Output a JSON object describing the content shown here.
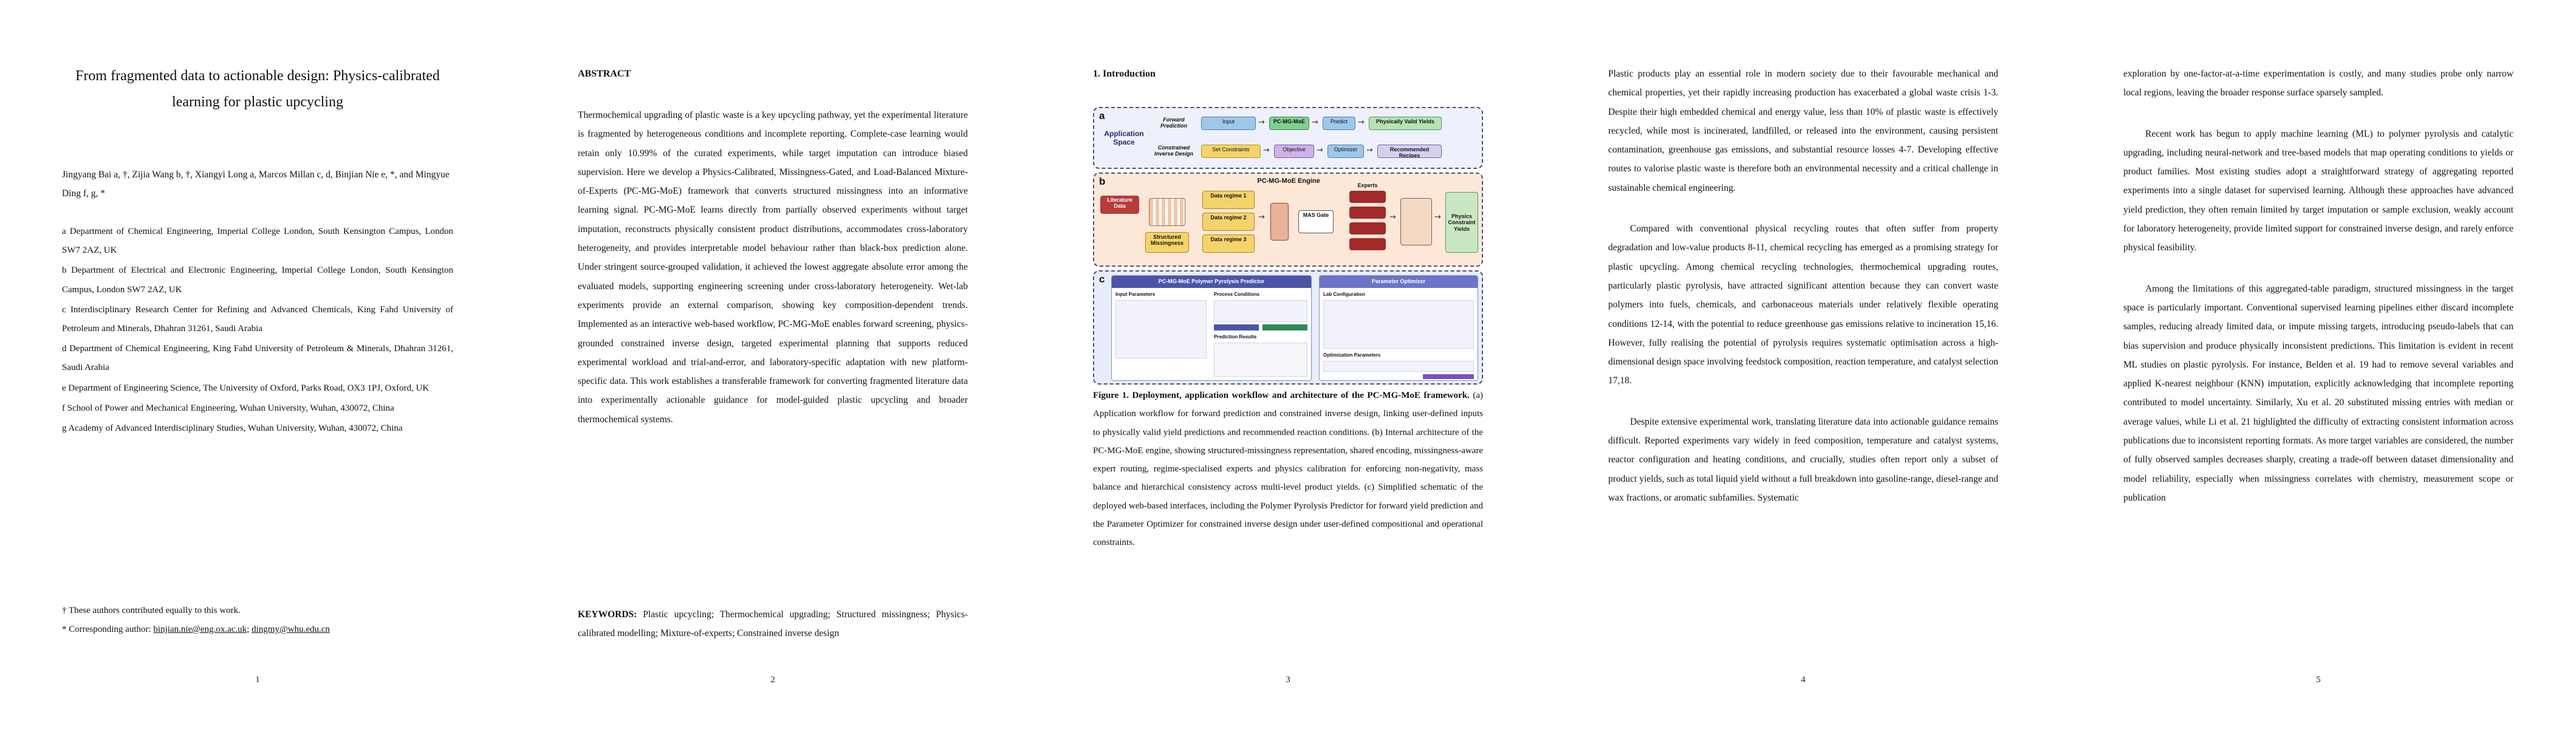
{
  "pages": {
    "p1": {
      "number": "1",
      "title": "From fragmented data to actionable design: Physics-calibrated learning for plastic upcycling",
      "authors": "Jingyang Bai a, †, Zijia Wang b, †, Xiangyi Long a, Marcos Millan c, d, Binjian Nie e, *, and Mingyue Ding f, g, *",
      "affiliations": [
        "a Department of Chemical Engineering, Imperial College London, South Kensington Campus, London SW7 2AZ, UK",
        "b Department of Electrical and Electronic Engineering, Imperial College London, South Kensington Campus, London SW7 2AZ, UK",
        "c Interdisciplinary Research Center for Refining and Advanced Chemicals, King Fahd University of Petroleum and Minerals, Dhahran 31261, Saudi Arabia",
        "d Department of Chemical Engineering, King Fahd University of Petroleum & Minerals, Dhahran 31261, Saudi Arabia",
        "e Department of Engineering Science, The University of Oxford, Parks Road, OX3 1PJ, Oxford, UK",
        "f School of Power and Mechanical Engineering, Wuhan University, Wuhan, 430072, China",
        "g Academy of Advanced Interdisciplinary Studies, Wuhan University, Wuhan, 430072, China"
      ],
      "equal_note": "† These authors contributed equally to this work.",
      "corresponding_label": "* Corresponding author:",
      "email_1": "binjian.nie@eng.ox.ac.uk",
      "email_sep": ";",
      "email_2": "dingmy@whu.edu.cn"
    },
    "p2": {
      "number": "2",
      "heading": "ABSTRACT",
      "abstract": "Thermochemical upgrading of plastic waste is a key upcycling pathway, yet the experimental literature is fragmented by heterogeneous conditions and incomplete reporting. Complete-case learning would retain only 10.99% of the curated experiments, while target imputation can introduce biased supervision. Here we develop a Physics-Calibrated, Missingness-Gated, and Load-Balanced Mixture-of-Experts (PC-MG-MoE) framework that converts structured missingness into an informative learning signal. PC-MG-MoE learns directly from partially observed experiments without target imputation, reconstructs physically consistent product distributions, accommodates cross-laboratory heterogeneity, and provides interpretable model behaviour rather than black-box prediction alone. Under stringent source-grouped validation, it achieved the lowest aggregate absolute error among the evaluated models, supporting engineering screening under cross-laboratory heterogeneity. Wet-lab experiments provide an external comparison, showing key composition-dependent trends. Implemented as an interactive web-based workflow, PC-MG-MoE enables forward screening, physics-grounded constrained inverse design, targeted experimental planning that supports reduced experimental workload and trial-and-error, and laboratory-specific adaptation with new platform-specific data. This work establishes a transferable framework for converting fragmented literature data into experimentally actionable guidance for model-guided plastic upcycling and broader thermochemical systems.",
      "keywords_label": "KEYWORDS:",
      "keywords": "Plastic upcycling; Thermochemical upgrading; Structured missingness; Physics-calibrated modelling; Mixture-of-experts; Constrained inverse design"
    },
    "p3": {
      "number": "3",
      "section": "1.   Introduction",
      "figure": {
        "a_label": "a",
        "b_label": "b",
        "c_label": "c",
        "app_space": "Application Space",
        "forward": "Forward Prediction",
        "inverse": "Constrained Inverse Design",
        "input": "Input",
        "pcmgmoe": "PC-MG-MoE",
        "predict": "Predict",
        "yields": "Physically Valid Yields",
        "constraints": "Set Constraints",
        "objective": "Objective",
        "optimizer": "Optimizer",
        "recipes": "Recommended Recipes",
        "engine": "PC-MG-MoE Engine",
        "literature": "Literature Data",
        "structured": "Structured Missingness",
        "regime1": "Data regime 1",
        "regime2": "Data regime 2",
        "regime3": "Data regime 3",
        "gate": "MAS Gate",
        "experts": "Experts",
        "physics": "Physics Constraint Yields",
        "app_title": "PC-MG-MoE Polymer Pyrolysis Predictor",
        "optimizer_title": "Parameter Optimizer",
        "input_params": "Input Parameters",
        "process_conditions": "Process Conditions",
        "prediction_results": "Prediction Results",
        "lab_config": "Lab Configuration",
        "opt_params": "Optimization Parameters"
      },
      "caption_bold": "Figure 1. Deployment, application workflow and architecture of the PC-MG-MoE framework.",
      "caption": " (a) Application workflow for forward prediction and constrained inverse design, linking user-defined inputs to physically valid yield predictions and recommended reaction conditions. (b) Internal architecture of the PC-MG-MoE engine, showing structured-missingness representation, shared encoding, missingness-aware expert routing, regime-specialised experts and physics calibration for enforcing non-negativity, mass balance and hierarchical consistency across multi-level product yields. (c) Simplified schematic of the deployed web-based interfaces, including the Polymer Pyrolysis Predictor for forward yield prediction and the Parameter Optimizer for constrained inverse design under user-defined compositional and operational constraints."
    },
    "p4": {
      "number": "4",
      "para1": "Plastic products play an essential role in modern society due to their favourable mechanical and chemical properties, yet their rapidly increasing production has exacerbated a global waste crisis 1-3. Despite their high embedded chemical and energy value, less than 10% of plastic waste is effectively recycled, while most is incinerated, landfilled, or released into the environment, causing persistent contamination, greenhouse gas emissions, and substantial resource losses 4-7. Developing effective routes to valorise plastic waste is therefore both an environmental necessity and a critical challenge in sustainable chemical engineering.",
      "para2": "Compared with conventional physical recycling routes that often suffer from property degradation and low-value products 8-11, chemical recycling has emerged as a promising strategy for plastic upcycling. Among chemical recycling technologies, thermochemical upgrading routes, particularly plastic pyrolysis, have attracted significant attention because they can convert waste polymers into fuels, chemicals, and carbonaceous materials under relatively flexible operating conditions 12-14, with the potential to reduce greenhouse gas emissions relative to incineration 15,16. However, fully realising the potential of pyrolysis requires systematic optimisation across a high-dimensional design space involving feedstock composition, reaction temperature, and catalyst selection 17,18.",
      "para3": "Despite extensive experimental work, translating literature data into actionable guidance remains difficult. Reported experiments vary widely in feed composition, temperature and catalyst systems, reactor configuration and heating conditions, and crucially, studies often report only a subset of product yields, such as total liquid yield without a full breakdown into gasoline-range, diesel-range and wax fractions, or aromatic subfamilies. Systematic"
    },
    "p5": {
      "number": "5",
      "para1": "exploration by one-factor-at-a-time experimentation is costly, and many studies probe only narrow local regions, leaving the broader response surface sparsely sampled.",
      "para2": "Recent work has begun to apply machine learning (ML) to polymer pyrolysis and catalytic upgrading, including neural-network and tree-based models that map operating conditions to yields or product families. Most existing studies adopt a straightforward strategy of aggregating reported experiments into a single dataset for supervised learning. Although these approaches have advanced yield prediction, they often remain limited by target imputation or sample exclusion, weakly account for laboratory heterogeneity, provide limited support for constrained inverse design, and rarely enforce physical feasibility.",
      "para3": "Among the limitations of this aggregated-table paradigm, structured missingness in the target space is particularly important. Conventional supervised learning pipelines either discard incomplete samples, reducing already limited data, or impute missing targets, introducing pseudo-labels that can bias supervision and produce physically inconsistent predictions. This limitation is evident in recent ML studies on plastic pyrolysis. For instance, Belden et al. 19 had to remove several variables and applied K-nearest neighbour (KNN) imputation, explicitly acknowledging that incomplete reporting contributed to model uncertainty. Similarly, Xu et al. 20 substituted missing entries with median or average values, while Li et al. 21 highlighted the difficulty of extracting consistent information across publications due to inconsistent reporting formats. As more target variables are considered, the number of fully observed samples decreases sharply, creating a trade-off between dataset dimensionality and model reliability, especially when missingness correlates with chemistry, measurement scope or publication"
    }
  },
  "colors": {
    "panel_a": "#eef1fb",
    "panel_b": "#fde8d8",
    "panel_c": "#e8ecfb",
    "model_green": "#7fcf8f",
    "input_blue": "#9ec7ea",
    "regime_yellow": "#f5d36b",
    "literature_red": "#b83b3b",
    "expert_red": "#a52a2a",
    "app_header": "#4b55a8"
  }
}
